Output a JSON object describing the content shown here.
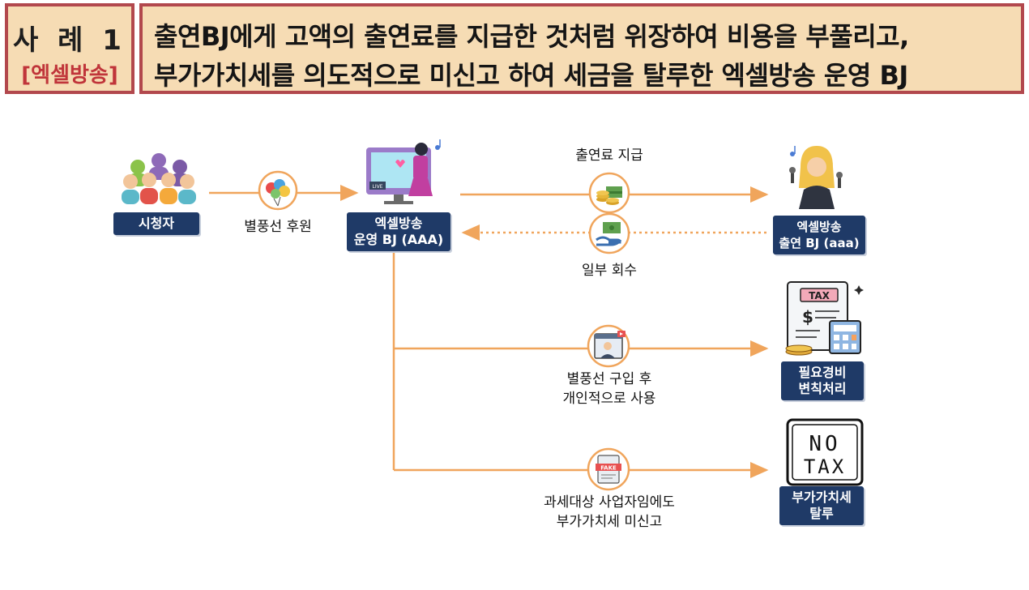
{
  "header": {
    "case_number": "사 례 1",
    "case_category": "[엑셀방송]",
    "title_line1": "출연BJ에게 고액의 출연료를 지급한 것처럼 위장하여 비용을 부풀리고,",
    "title_line2": "부가가치세를 의도적으로 미신고 하여 세금을 탈루한 엑셀방송 운영 BJ"
  },
  "nodes": {
    "viewer": "시청자",
    "operator_line1": "엑셀방송",
    "operator_line2": "운영 BJ (AAA)",
    "performer_line1": "엑셀방송",
    "performer_line2": "출연 BJ (aaa)",
    "expense_line1": "필요경비",
    "expense_line2": "변칙처리",
    "vat_line1": "부가가치세",
    "vat_line2": "탈루"
  },
  "captions": {
    "sponsorship": "별풍선 후원",
    "fee_payment": "출연료 지급",
    "partial_recovery": "일부 회수",
    "balloon_purchase_line1": "별풍선 구입 후",
    "balloon_purchase_line2": "개인적으로 사용",
    "vat_unreported_line1": "과세대상 사업자임에도",
    "vat_unreported_line2": "부가가치세 미신고"
  },
  "icons": {
    "viewer": "crowd-icon",
    "balloon": "balloons-icon",
    "operator": "streamer-screen-icon",
    "money": "coins-cash-icon",
    "refund": "hand-money-icon",
    "performer": "singer-icon",
    "video": "video-person-icon",
    "tax": "tax-document-icon",
    "fake": "fake-document-icon",
    "no_tax": "no-tax-icon",
    "no_tax_text1": "NO",
    "no_tax_text2": "TAX",
    "tax_label": "TAX",
    "fake_label": "FAKE",
    "live_label": "LIVE"
  },
  "colors": {
    "header_bg": "#f6dcb4",
    "header_border": "#b2484d",
    "arrow": "#f0a55c",
    "label_bg": "#1f3a67",
    "category_text": "#c0353a"
  }
}
